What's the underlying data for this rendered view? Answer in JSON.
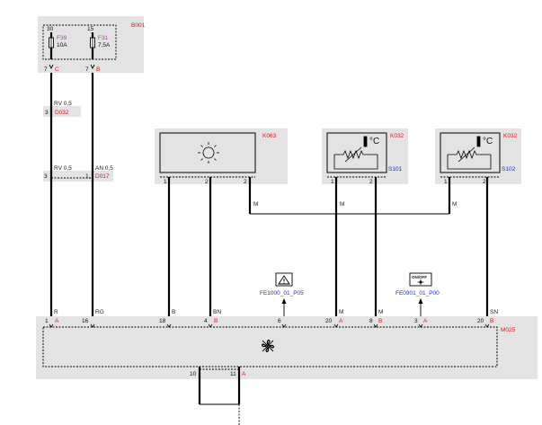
{
  "fuse_box": {
    "id": "B001",
    "fuses": [
      {
        "pin_top": "30",
        "id": "F39",
        "rating": "10A",
        "pin_out": "7",
        "pin_letter": "C"
      },
      {
        "pin_top": "15",
        "id": "F31",
        "rating": "7,5A",
        "pin_out": "7",
        "pin_letter": "B"
      }
    ]
  },
  "connectors": {
    "d032": {
      "id": "D032",
      "pin": "3",
      "wire": "RV 0,5"
    },
    "d017": {
      "id": "D017",
      "pin_left": "3",
      "pin_right": "1",
      "wire_left": "RV 0,5",
      "wire_right": "AN 0,5"
    }
  },
  "components": {
    "k063": {
      "id": "K063",
      "pins": [
        "1",
        "2",
        "2"
      ]
    },
    "k032a": {
      "id": "K032",
      "sub": "S101",
      "unit": "°C",
      "pins": [
        "1",
        "2"
      ]
    },
    "k032b": {
      "id": "K032",
      "sub": "S102",
      "unit": "°C",
      "pins": [
        "1",
        "2"
      ]
    }
  },
  "wires": {
    "m_top1": "M",
    "m_top2": "M",
    "m_top3": "M"
  },
  "signals": {
    "warn": {
      "label": "FE1000_01_P05"
    },
    "onoff": {
      "label": "FE0901_01_P00",
      "badge": "ON/OFF"
    }
  },
  "module": {
    "id": "M025",
    "pins": [
      {
        "num": "1",
        "letter": "A",
        "wire": "R"
      },
      {
        "num": "16",
        "letter": "",
        "wire": "RG"
      },
      {
        "num": "18",
        "letter": "",
        "wire": "B"
      },
      {
        "num": "4",
        "letter": "B",
        "wire": "BN"
      },
      {
        "num": "6",
        "letter": "",
        "wire": ""
      },
      {
        "num": "20",
        "letter": "A",
        "wire": "M"
      },
      {
        "num": "8",
        "letter": "B",
        "wire": "M"
      },
      {
        "num": "3",
        "letter": "A",
        "wire": ""
      },
      {
        "num": "20",
        "letter": "B",
        "wire": "SN"
      }
    ],
    "bottom_pins": [
      {
        "num": "10",
        "letter": ""
      },
      {
        "num": "11",
        "letter": "A"
      }
    ]
  }
}
